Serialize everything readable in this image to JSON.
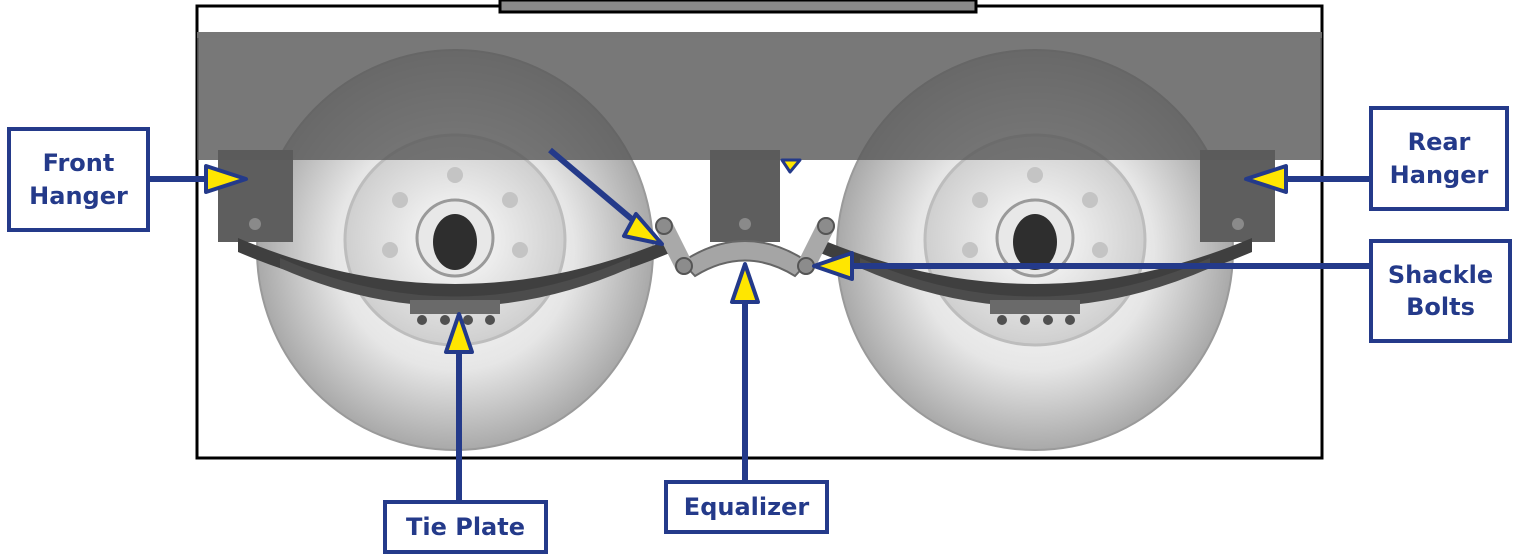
{
  "colors": {
    "label_blue": "#243a8a",
    "arrow_yellow": "#ffe600",
    "frame_gray": "#6f6f6f",
    "tire_gray": "#d8d8d8"
  },
  "labels": {
    "front_hanger": "Front\nHanger",
    "rear_hanger": "Rear\nHanger",
    "shackle_bolts": "Shackle\nBolts",
    "tie_plate": "Tie Plate",
    "equalizer": "Equalizer"
  }
}
